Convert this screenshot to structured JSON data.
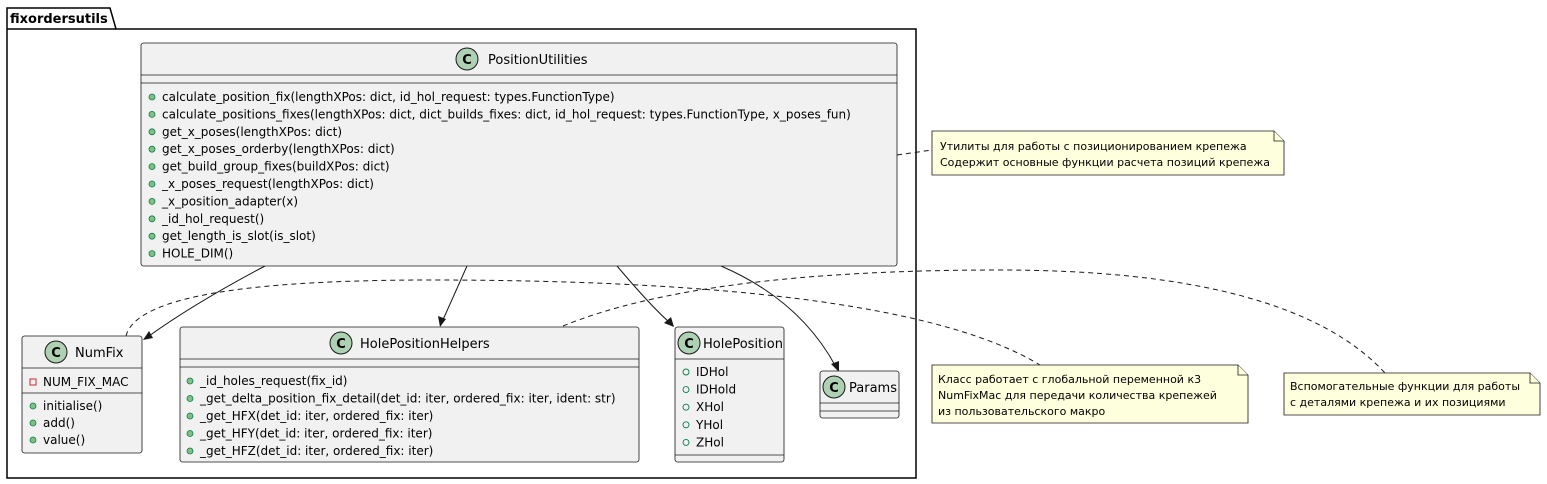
{
  "package": {
    "name": "fixordersutils"
  },
  "classes": {
    "position_utilities": {
      "name": "PositionUtilities",
      "methods": [
        "calculate_position_fix(lengthXPos: dict, id_hol_request: types.FunctionType)",
        "calculate_positions_fixes(lengthXPos: dict, dict_builds_fixes: dict, id_hol_request: types.FunctionType, x_poses_fun)",
        "get_x_poses(lengthXPos: dict)",
        "get_x_poses_orderby(lengthXPos: dict)",
        "get_build_group_fixes(buildXPos: dict)",
        "_x_poses_request(lengthXPos: dict)",
        "_x_position_adapter(x)",
        "_id_hol_request()",
        "get_length_is_slot(is_slot)",
        "HOLE_DIM()"
      ]
    },
    "num_fix": {
      "name": "NumFix",
      "fields": [
        "NUM_FIX_MAC"
      ],
      "methods": [
        "initialise()",
        "add()",
        "value()"
      ]
    },
    "hole_position_helpers": {
      "name": "HolePositionHelpers",
      "methods": [
        "_id_holes_request(fix_id)",
        "_get_delta_position_fix_detail(det_id: iter, ordered_fix: iter, ident: str)",
        "_get_HFX(det_id: iter, ordered_fix: iter)",
        "_get_HFY(det_id: iter, ordered_fix: iter)",
        "_get_HFZ(det_id: iter, ordered_fix: iter)"
      ]
    },
    "hole_position": {
      "name": "HolePosition",
      "fields": [
        "IDHol",
        "IDHold",
        "XHol",
        "YHol",
        "ZHol"
      ]
    },
    "params": {
      "name": "Params"
    }
  },
  "notes": {
    "position_utilities": [
      "Утилиты для работы с позиционированием крепежа",
      "Содержит основные функции расчета позиций крепежа"
    ],
    "num_fix": [
      "Класс работает с глобальной переменной к3",
      "NumFixMac для передачи количества крепежей",
      "из пользовательского макро"
    ],
    "hole_position_helpers": [
      "Вспомогательные функции для работы",
      "с деталями крепежа и их позициями"
    ]
  },
  "icons": {
    "class_icon": "class-c-icon",
    "class_letter": "C"
  },
  "colors": {
    "class_fill": "#F1F1F1",
    "class_icon_fill": "#ADD1B2",
    "note_fill": "#FEFFDD",
    "public_marker": "#84BE84",
    "private_marker": "#C82930",
    "border": "#181818"
  }
}
